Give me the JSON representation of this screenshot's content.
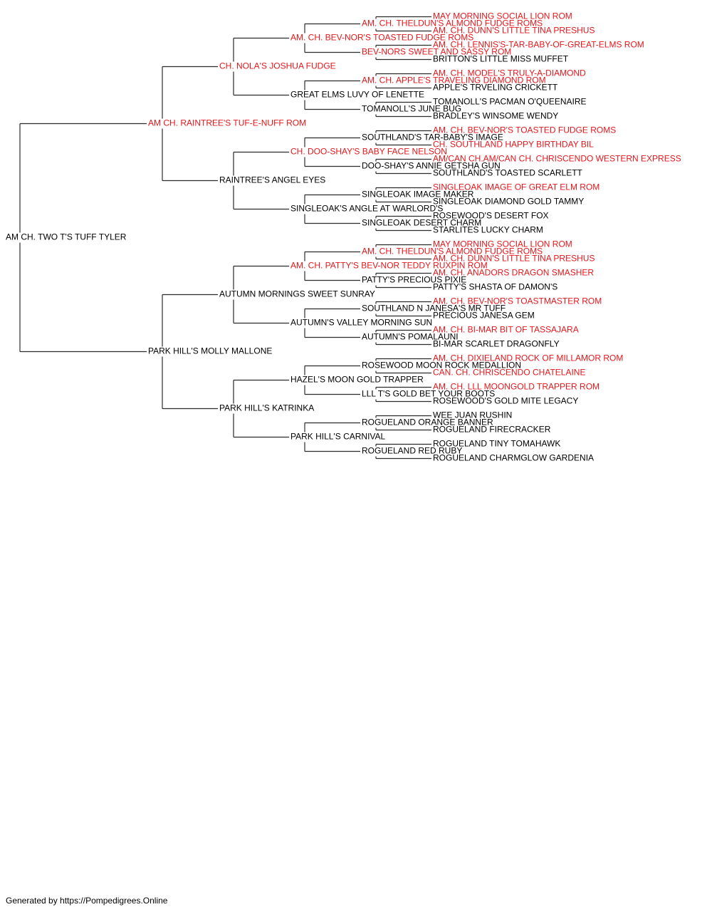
{
  "colors": {
    "champion": "#e8161b",
    "normal": "#000000",
    "line": "#2b2b2b"
  },
  "footer": "Generated by https://Pompedigrees.Online",
  "pedigree": {
    "name": "AM CH. TWO T'S TUFF TYLER",
    "ch": false,
    "sire": {
      "name": "AM CH. RAINTREE'S TUF-E-NUFF ROM",
      "ch": true,
      "sire": {
        "name": "CH. NOLA'S JOSHUA FUDGE",
        "ch": true,
        "sire": {
          "name": "AM. CH. BEV-NOR'S TOASTED FUDGE ROMS",
          "ch": true,
          "sire": {
            "name": "AM. CH. THELDUN'S ALMOND FUDGE ROMS",
            "ch": true,
            "sire": {
              "name": "MAY MORNING SOCIAL LION ROM",
              "ch": true
            },
            "dam": {
              "name": "AM. CH. DUNN'S LITTLE TINA PRESHUS",
              "ch": true
            }
          },
          "dam": {
            "name": "BEV-NORS SWEET AND SASSY ROM",
            "ch": true,
            "sire": {
              "name": "AM. CH. LENNIS'S-TAR-BABY-OF-GREAT-ELMS ROM",
              "ch": true
            },
            "dam": {
              "name": "BRITTON'S LITTLE MISS MUFFET",
              "ch": false
            }
          }
        },
        "dam": {
          "name": "GREAT ELMS LUVY OF LENETTE",
          "ch": false,
          "sire": {
            "name": "AM. CH. APPLE'S TRAVELING DIAMOND ROM",
            "ch": true,
            "sire": {
              "name": "AM. CH. MODEL'S TRULY-A-DIAMOND",
              "ch": true
            },
            "dam": {
              "name": "APPLE'S TRVELING CRICKETT",
              "ch": false
            }
          },
          "dam": {
            "name": "TOMANOLL'S JUNE BUG",
            "ch": false,
            "sire": {
              "name": "TOMANOLL'S PACMAN O'QUEENAIRE",
              "ch": false
            },
            "dam": {
              "name": "BRADLEY'S WINSOME WENDY",
              "ch": false
            }
          }
        }
      },
      "dam": {
        "name": "RAINTREE'S ANGEL EYES",
        "ch": false,
        "sire": {
          "name": "CH. DOO-SHAY'S BABY FACE NELSON",
          "ch": true,
          "sire": {
            "name": "SOUTHLAND'S TAR-BABY'S IMAGE",
            "ch": false,
            "sire": {
              "name": "AM. CH. BEV-NOR'S TOASTED FUDGE ROMS",
              "ch": true
            },
            "dam": {
              "name": "CH. SOUTHLAND HAPPY BIRTHDAY BIL",
              "ch": true
            }
          },
          "dam": {
            "name": "DOO-SHAY'S ANNIE GETSHA GUN",
            "ch": false,
            "sire": {
              "name": "AM/CAN CH.AM/CAN CH. CHRISCENDO WESTERN EXPRESS",
              "ch": true
            },
            "dam": {
              "name": "SOUTHLAND'S TOASTED SCARLETT",
              "ch": false
            }
          }
        },
        "dam": {
          "name": "SINGLEOAK'S ANGLE AT WARLORD'S",
          "ch": false,
          "sire": {
            "name": "SINGLEOAK IMAGE MAKER",
            "ch": false,
            "sire": {
              "name": "SINGLEOAK IMAGE OF GREAT ELM ROM",
              "ch": true
            },
            "dam": {
              "name": "SINGLEOAK DIAMOND GOLD TAMMY",
              "ch": false
            }
          },
          "dam": {
            "name": "SINGLEOAK DESERT CHARM",
            "ch": false,
            "sire": {
              "name": "ROSEWOOD'S DESERT FOX",
              "ch": false
            },
            "dam": {
              "name": "STARLITES LUCKY CHARM",
              "ch": false
            }
          }
        }
      }
    },
    "dam": {
      "name": "PARK HILL'S MOLLY MALLONE",
      "ch": false,
      "sire": {
        "name": "AUTUMN MORNINGS SWEET SUNRAY",
        "ch": false,
        "sire": {
          "name": "AM. CH. PATTY'S BEV-NOR TEDDY RUXPIN ROM",
          "ch": true,
          "sire": {
            "name": "AM. CH. THELDUN'S ALMOND FUDGE ROMS",
            "ch": true,
            "sire": {
              "name": "MAY MORNING SOCIAL LION ROM",
              "ch": true
            },
            "dam": {
              "name": "AM. CH. DUNN'S LITTLE TINA PRESHUS",
              "ch": true
            }
          },
          "dam": {
            "name": "PATTY'S PRECIOUS PIXIE",
            "ch": false,
            "sire": {
              "name": "AM. CH. ANADORS DRAGON SMASHER",
              "ch": true
            },
            "dam": {
              "name": "PATTY'S SHASTA OF DAMON'S",
              "ch": false
            }
          }
        },
        "dam": {
          "name": "AUTUMN'S VALLEY MORNING SUN",
          "ch": false,
          "sire": {
            "name": "SOUTHLAND N JANESA'S MR TUFF",
            "ch": false,
            "sire": {
              "name": "AM. CH. BEV-NOR'S TOASTMASTER ROM",
              "ch": true
            },
            "dam": {
              "name": "PRECIOUS JANESA GEM",
              "ch": false
            }
          },
          "dam": {
            "name": "AUTUMN'S POMALAUNI",
            "ch": false,
            "sire": {
              "name": "AM. CH. BI-MAR BIT OF TASSAJARA",
              "ch": true
            },
            "dam": {
              "name": "BI-MAR SCARLET DRAGONFLY",
              "ch": false
            }
          }
        }
      },
      "dam": {
        "name": "PARK HILL'S KATRINKA",
        "ch": false,
        "sire": {
          "name": "HAZEL'S MOON GOLD TRAPPER",
          "ch": false,
          "sire": {
            "name": "ROSEWOOD MOON ROCK MEDALLION",
            "ch": false,
            "sire": {
              "name": "AM. CH. DIXIELAND ROCK OF MILLAMOR ROM",
              "ch": true
            },
            "dam": {
              "name": "CAN. CH. CHRISCENDO CHATELAINE",
              "ch": true
            }
          },
          "dam": {
            "name": "LLL T'S GOLD BET YOUR BOOTS",
            "ch": false,
            "sire": {
              "name": "AM. CH. LLL MOONGOLD TRAPPER ROM",
              "ch": true
            },
            "dam": {
              "name": "ROSEWOOD'S GOLD MITE LEGACY",
              "ch": false
            }
          }
        },
        "dam": {
          "name": "PARK HILL'S CARNIVAL",
          "ch": false,
          "sire": {
            "name": "ROGUELAND ORANGE BANNER",
            "ch": false,
            "sire": {
              "name": "WEE JUAN RUSHIN",
              "ch": false
            },
            "dam": {
              "name": "ROGUELAND FIRECRACKER",
              "ch": false
            }
          },
          "dam": {
            "name": "ROGUELAND RED RUBY",
            "ch": false,
            "sire": {
              "name": "ROGUELAND TINY TOMAHAWK",
              "ch": false
            },
            "dam": {
              "name": "ROGUELAND CHARMGLOW GARDENIA",
              "ch": false
            }
          }
        }
      }
    }
  }
}
